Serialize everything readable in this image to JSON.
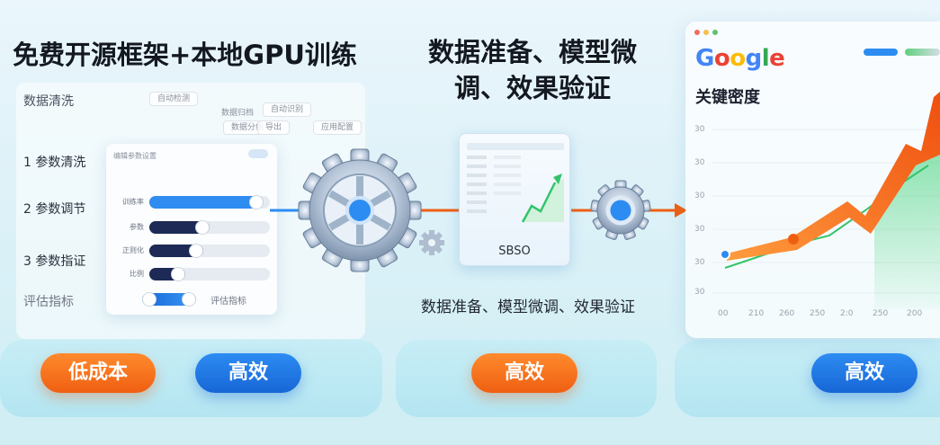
{
  "left": {
    "title": "免费开源框架+本地GPU训练",
    "card_title": "数据清洗",
    "top_chips": [
      "自动检测",
      "自动识别",
      "数据分组",
      "导出",
      "应用配置"
    ],
    "top_labels": [
      "数据归档"
    ],
    "steps": [
      "1 参数清洗",
      "2 参数调节",
      "3 参数指证"
    ],
    "eval_label": "评估指标",
    "inner_card": {
      "title": "编辑参数设置",
      "sliders": [
        {
          "label": "训练率",
          "value": 0.95,
          "color": "#2f8cf1"
        },
        {
          "label": "参数",
          "value": 0.5,
          "color": "#1c2a55"
        },
        {
          "label": "正则化",
          "value": 0.45,
          "color": "#1c2a55"
        },
        {
          "label": "比例",
          "value": 0.3,
          "color": "#1c2a55"
        }
      ],
      "eval_toggle_label": "评估指标"
    },
    "buttons": [
      "低成本",
      "高效"
    ]
  },
  "middle": {
    "title_line1": "数据准备、模型微",
    "title_line2": "调、效果验证",
    "screen_label": "SBSO",
    "caption": "数据准备、模型微调、效果验证",
    "button": "高效"
  },
  "right": {
    "logo": "Google",
    "logo_colors": [
      "#4285F4",
      "#EA4335",
      "#FBBC05",
      "#4285F4",
      "#34A853",
      "#EA4335"
    ],
    "label": "关键密度",
    "y_ticks": [
      "30",
      "30",
      "30",
      "30",
      "30",
      "30"
    ],
    "x_ticks": [
      "00",
      "210",
      "260",
      "250",
      "2:0",
      "250",
      "200"
    ],
    "button": "高效"
  },
  "colors": {
    "orange": "#ef5f12",
    "blue": "#1766d6",
    "green": "#34c46b"
  }
}
